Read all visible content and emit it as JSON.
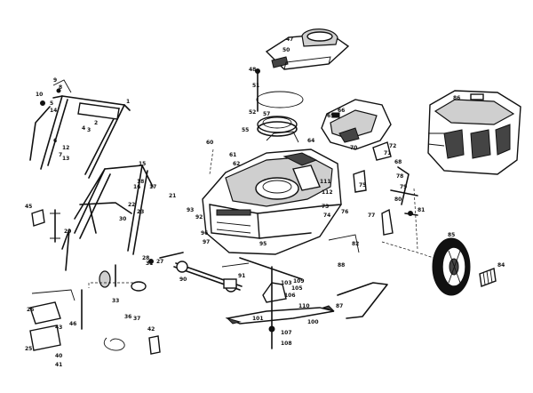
{
  "labels": [
    {
      "id": "l1",
      "text": "1"
    },
    {
      "id": "l2",
      "text": "2"
    },
    {
      "id": "l3",
      "text": "3"
    },
    {
      "id": "l4",
      "text": "4"
    },
    {
      "id": "l5",
      "text": "5"
    },
    {
      "id": "l6",
      "text": "6"
    },
    {
      "id": "l7",
      "text": "7"
    },
    {
      "id": "l8",
      "text": "8"
    },
    {
      "id": "l9",
      "text": "9"
    },
    {
      "id": "l10",
      "text": "10"
    },
    {
      "id": "l12",
      "text": "12"
    },
    {
      "id": "l13",
      "text": "13"
    },
    {
      "id": "l14",
      "text": "14"
    },
    {
      "id": "l15",
      "text": "15"
    },
    {
      "id": "l16",
      "text": "16"
    },
    {
      "id": "l17",
      "text": "17"
    },
    {
      "id": "l18",
      "text": "18"
    },
    {
      "id": "l20",
      "text": "20"
    },
    {
      "id": "l21",
      "text": "21"
    },
    {
      "id": "l22",
      "text": "22"
    },
    {
      "id": "l23",
      "text": "23"
    },
    {
      "id": "l25",
      "text": "25"
    },
    {
      "id": "l26",
      "text": "26"
    },
    {
      "id": "l27",
      "text": "27"
    },
    {
      "id": "l28",
      "text": "28"
    },
    {
      "id": "l30",
      "text": "30"
    },
    {
      "id": "l31",
      "text": "31"
    },
    {
      "id": "l33",
      "text": "33"
    },
    {
      "id": "l36",
      "text": "36"
    },
    {
      "id": "l37",
      "text": "37"
    },
    {
      "id": "l40",
      "text": "40"
    },
    {
      "id": "l41",
      "text": "41"
    },
    {
      "id": "l42",
      "text": "42"
    },
    {
      "id": "l43",
      "text": "43"
    },
    {
      "id": "l45",
      "text": "45"
    },
    {
      "id": "l46",
      "text": "46"
    },
    {
      "id": "l47",
      "text": "47"
    },
    {
      "id": "l48",
      "text": "48"
    },
    {
      "id": "l50",
      "text": "50"
    },
    {
      "id": "l51",
      "text": "51"
    },
    {
      "id": "l52",
      "text": "52"
    },
    {
      "id": "l55",
      "text": "55"
    },
    {
      "id": "l57",
      "text": "57"
    },
    {
      "id": "l60",
      "text": "60"
    },
    {
      "id": "l61",
      "text": "61"
    },
    {
      "id": "l62",
      "text": "62"
    },
    {
      "id": "l64",
      "text": "64"
    },
    {
      "id": "l65",
      "text": "65"
    },
    {
      "id": "l66",
      "text": "66"
    },
    {
      "id": "l68",
      "text": "68"
    },
    {
      "id": "l70",
      "text": "70"
    },
    {
      "id": "l71",
      "text": "71"
    },
    {
      "id": "l72",
      "text": "72"
    },
    {
      "id": "l73",
      "text": "73"
    },
    {
      "id": "l74",
      "text": "74"
    },
    {
      "id": "l75",
      "text": "75"
    },
    {
      "id": "l76",
      "text": "76"
    },
    {
      "id": "l77",
      "text": "77"
    },
    {
      "id": "l78",
      "text": "78"
    },
    {
      "id": "l79",
      "text": "79"
    },
    {
      "id": "l80",
      "text": "80"
    },
    {
      "id": "l81",
      "text": "81"
    },
    {
      "id": "l82",
      "text": "82"
    },
    {
      "id": "l84",
      "text": "84"
    },
    {
      "id": "l85",
      "text": "85"
    },
    {
      "id": "l86",
      "text": "86"
    },
    {
      "id": "l87",
      "text": "87"
    },
    {
      "id": "l88",
      "text": "88"
    },
    {
      "id": "l90",
      "text": "90"
    },
    {
      "id": "l91",
      "text": "91"
    },
    {
      "id": "l92",
      "text": "92"
    },
    {
      "id": "l93",
      "text": "93"
    },
    {
      "id": "l95",
      "text": "95"
    },
    {
      "id": "l96",
      "text": "96"
    },
    {
      "id": "l97",
      "text": "97"
    },
    {
      "id": "l100",
      "text": "100"
    },
    {
      "id": "l101",
      "text": "101"
    },
    {
      "id": "l103",
      "text": "103"
    },
    {
      "id": "l105",
      "text": "105"
    },
    {
      "id": "l106",
      "text": "106"
    },
    {
      "id": "l107",
      "text": "107"
    },
    {
      "id": "l108",
      "text": "108"
    },
    {
      "id": "l109",
      "text": "109"
    },
    {
      "id": "l110",
      "text": "110"
    },
    {
      "id": "l111",
      "text": "111"
    },
    {
      "id": "l112",
      "text": "112"
    }
  ]
}
